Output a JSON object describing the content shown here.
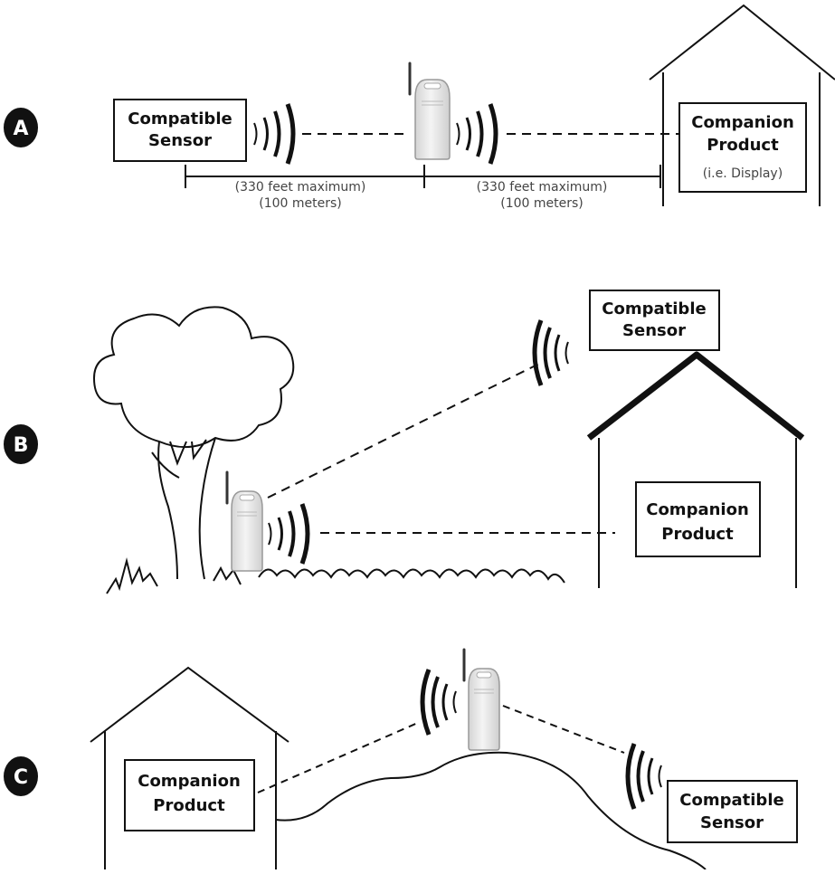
{
  "scenario_a": {
    "badge": "A",
    "sensor_lines": [
      "Compatible",
      "Sensor"
    ],
    "companion_lines": [
      "Companion",
      "Product"
    ],
    "companion_note": "(i.e. Display)",
    "range_left_feet": "(330 feet maximum)",
    "range_left_meters": "(100 meters)",
    "range_right_feet": "(330 feet maximum)",
    "range_right_meters": "(100 meters)"
  },
  "scenario_b": {
    "badge": "B",
    "sensor_lines": [
      "Compatible",
      "Sensor"
    ],
    "companion_lines": [
      "Companion",
      "Product"
    ]
  },
  "scenario_c": {
    "badge": "C",
    "companion_lines": [
      "Companion",
      "Product"
    ],
    "sensor_lines": [
      "Compatible",
      "Sensor"
    ]
  },
  "colors": {
    "ink": "#111111",
    "badge": "#111111",
    "device_body": "#e9e9e9",
    "device_outline": "#9a9a9a",
    "secondary_text": "#444444"
  },
  "icons": [
    "signal-waves-icon",
    "repeater-device-icon",
    "house-icon",
    "tree-icon",
    "grass-icon",
    "hill-icon"
  ]
}
